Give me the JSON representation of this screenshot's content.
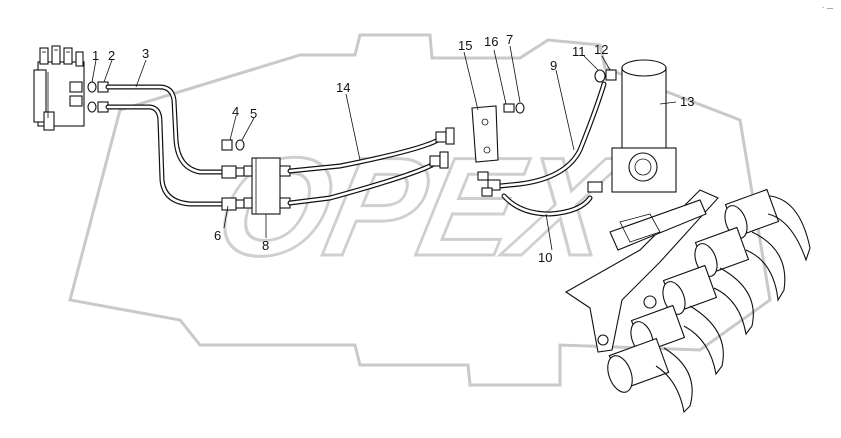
{
  "labels": {
    "l1": "1",
    "l2": "2",
    "l3": "3",
    "l4": "4",
    "l5": "5",
    "l6": "6",
    "l7": "7",
    "l8": "8",
    "l9": "9",
    "l10": "10",
    "l11": "11",
    "l12": "12",
    "l13": "13",
    "l14": "14",
    "l15": "15",
    "l16": "16"
  },
  "watermark": "OPEX",
  "corner_mark": "· —"
}
